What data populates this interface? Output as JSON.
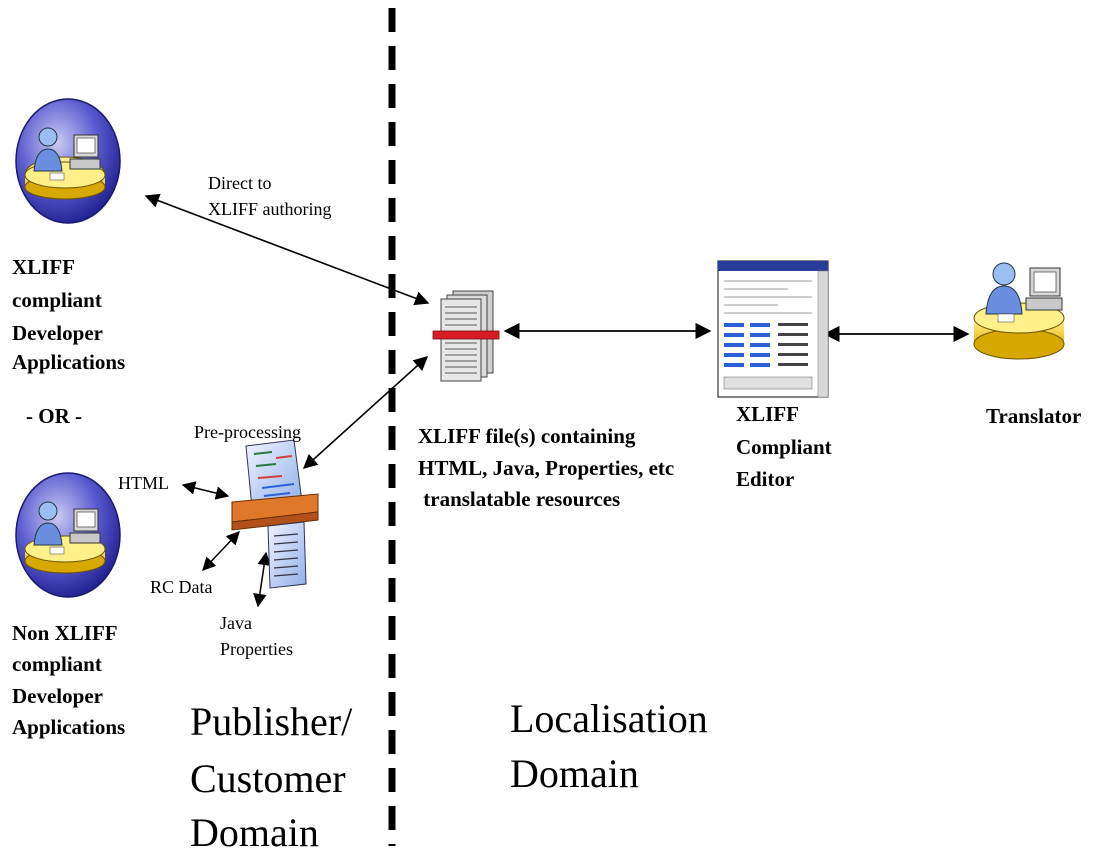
{
  "icons": {
    "developer_top": "developer-workstation-icon",
    "developer_bottom": "developer-workstation-icon",
    "translator": "translator-workstation-icon",
    "xliff_files": "document-stack-icon",
    "editor": "editor-window-icon",
    "preprocessor": "preprocessing-printer-icon"
  },
  "labels": {
    "direct_line1": "Direct to",
    "direct_line2": "XLIFF authoring",
    "dev_compliant": [
      "XLIFF",
      "compliant",
      "Developer",
      "Applications"
    ],
    "or": "- OR -",
    "preprocessing": "Pre-processing",
    "html": "HTML",
    "rc_data": "RC Data",
    "java_line1": "Java",
    "java_line2": "Properties",
    "dev_non_compliant": [
      "Non XLIFF",
      "compliant",
      "Developer",
      "Applications"
    ],
    "xliff_files": [
      "XLIFF file(s) containing",
      "HTML, Java, Properties, etc",
      " translatable resources"
    ],
    "editor": [
      "XLIFF",
      "Compliant",
      "Editor"
    ],
    "translator": "Translator",
    "publisher_domain": [
      "Publisher/",
      "Customer",
      "Domain"
    ],
    "localisation_domain": [
      "Localisation",
      "Domain"
    ]
  },
  "colors": {
    "blue_globe": "#3c3cc8",
    "yellow": "#f5d20f",
    "orange": "#e0782a",
    "red_band": "#d81c24",
    "ink": "#000000"
  }
}
